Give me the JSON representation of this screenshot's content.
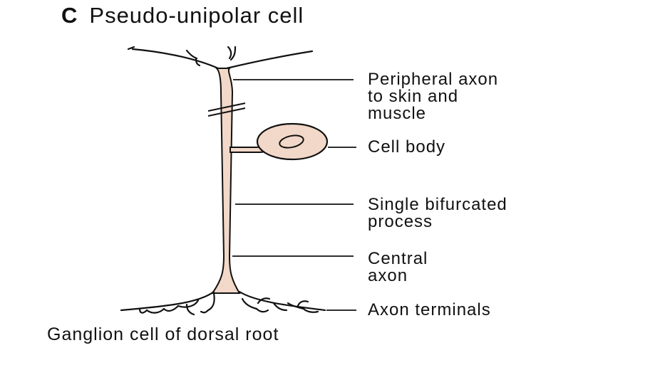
{
  "figure": {
    "panel_letter": "C",
    "title": "Pseudo-unipolar cell",
    "caption": "Ganglion cell of dorsal root"
  },
  "labels": {
    "peripheral_axon": [
      "Peripheral axon",
      "to skin and",
      "muscle"
    ],
    "cell_body": "Cell body",
    "single_bifurcated_process": [
      "Single bifurcated",
      "process"
    ],
    "central_axon": [
      "Central",
      "axon"
    ],
    "axon_terminals": "Axon terminals"
  },
  "colors": {
    "cell_fill": "#f2d8c8",
    "outline": "#111111",
    "background": "#ffffff"
  }
}
